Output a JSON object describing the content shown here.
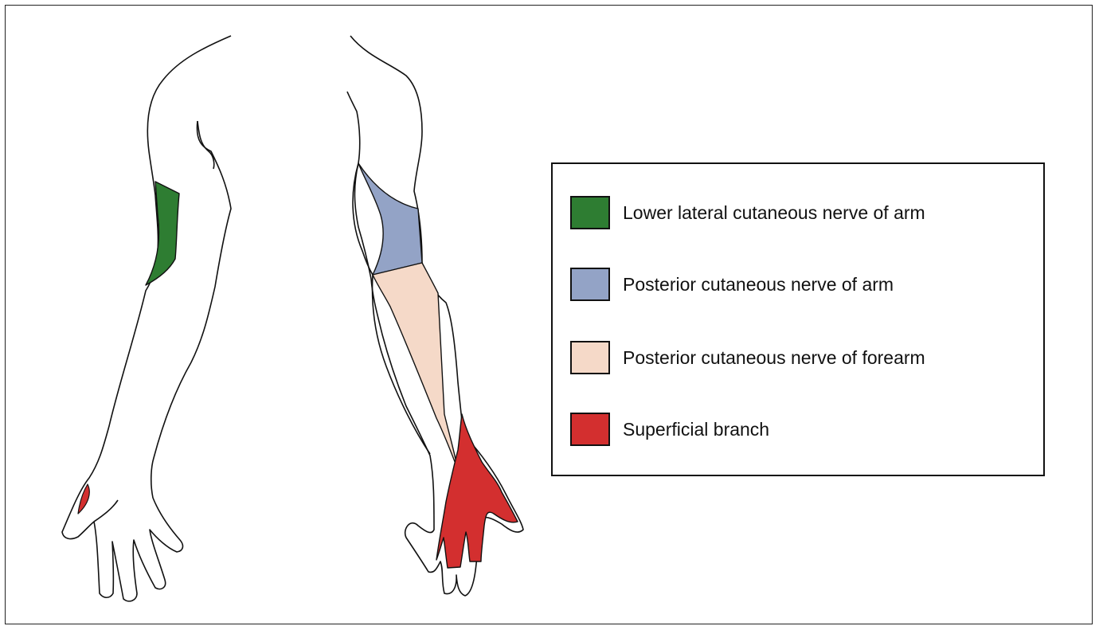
{
  "legend": {
    "items": [
      {
        "label": "Lower lateral cutaneous nerve of arm",
        "color": "#2e7d32"
      },
      {
        "label": "Posterior cutaneous nerve of arm",
        "color": "#93a3c6"
      },
      {
        "label": "Posterior cutaneous nerve of forearm",
        "color": "#f5d9c8"
      },
      {
        "label": "Superficial branch",
        "color": "#d32f2f"
      }
    ]
  },
  "colors": {
    "outline": "#111111",
    "skin": "#ffffff"
  }
}
